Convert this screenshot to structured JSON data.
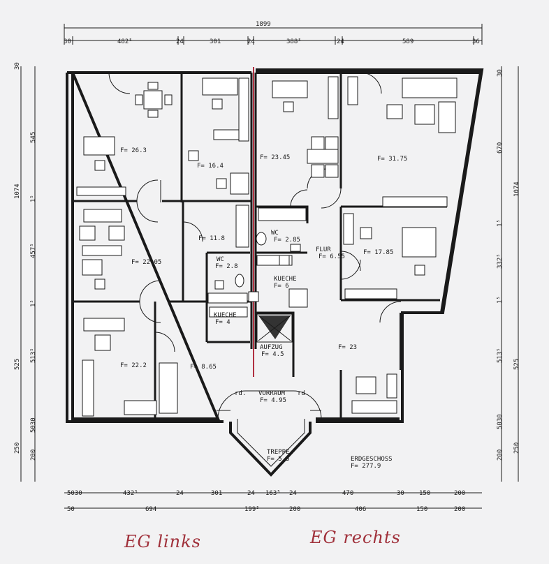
{
  "top_dims": {
    "total": "1899",
    "row": [
      "30",
      "482⁵",
      "24",
      "301",
      "24",
      "388⁵",
      "24",
      "589",
      "36"
    ]
  },
  "bottom_dims": {
    "row1": [
      "5030",
      "432⁵",
      "24",
      "301",
      "24",
      "163⁵",
      "24",
      "470",
      "30",
      "150",
      "200"
    ],
    "row2": [
      "50",
      "694",
      "199⁵",
      "200",
      "406",
      "150",
      "200"
    ]
  },
  "left_dims": {
    "outer": [
      "30",
      "545",
      "1⁵",
      "457⁵",
      "1⁵",
      "513⁵",
      "5030"
    ],
    "total": "1074",
    "lower": [
      "525",
      "250",
      "200"
    ]
  },
  "right_dims": {
    "outer": [
      "30",
      "670",
      "1⁵",
      "332⁵",
      "1⁵",
      "513⁵",
      "5030"
    ],
    "total": "1074",
    "lower": [
      "525",
      "250",
      "200"
    ]
  },
  "rooms": {
    "r1": "F= 26.3",
    "r2": "F= 16.4",
    "r3": "F= 23.45",
    "r4": "F= 31.75",
    "r5": "F= 22.05",
    "r6": "F= 11.8",
    "wc_left_name": "WC",
    "wc_left_area": "F= 2.8",
    "wc_right_name": "WC",
    "wc_right_area": "F= 2.85",
    "flur_name": "FLUR",
    "flur_area": "F= 6.55",
    "r7": "F= 17.85",
    "kueche_right_name": "KUECHE",
    "kueche_right_area": "F= 6",
    "kueche_left_name": "KUECHE",
    "kueche_left_area": "F= 4",
    "aufzug_name": "AUFZUG",
    "aufzug_area": "F= 4.5",
    "r8": "F= 23",
    "r9": "F= 22.2",
    "r10": "F= 8.65",
    "vorraum_name": "VORRAUM",
    "vorraum_area": "F= 4.95",
    "rd_left": "rd.",
    "rd_right": "rd.",
    "treppe_name": "TREPPE",
    "treppe_area": "F= 5.5",
    "floor_name": "ERDGESCHOSS",
    "floor_area": "F= 277.9"
  },
  "handwriting": {
    "left": "EG links",
    "right": "EG rechts"
  },
  "colors": {
    "line": "#1a1a1a",
    "paper": "#f2f2f3",
    "divider": "#b03040",
    "hand": "#a0303a"
  }
}
